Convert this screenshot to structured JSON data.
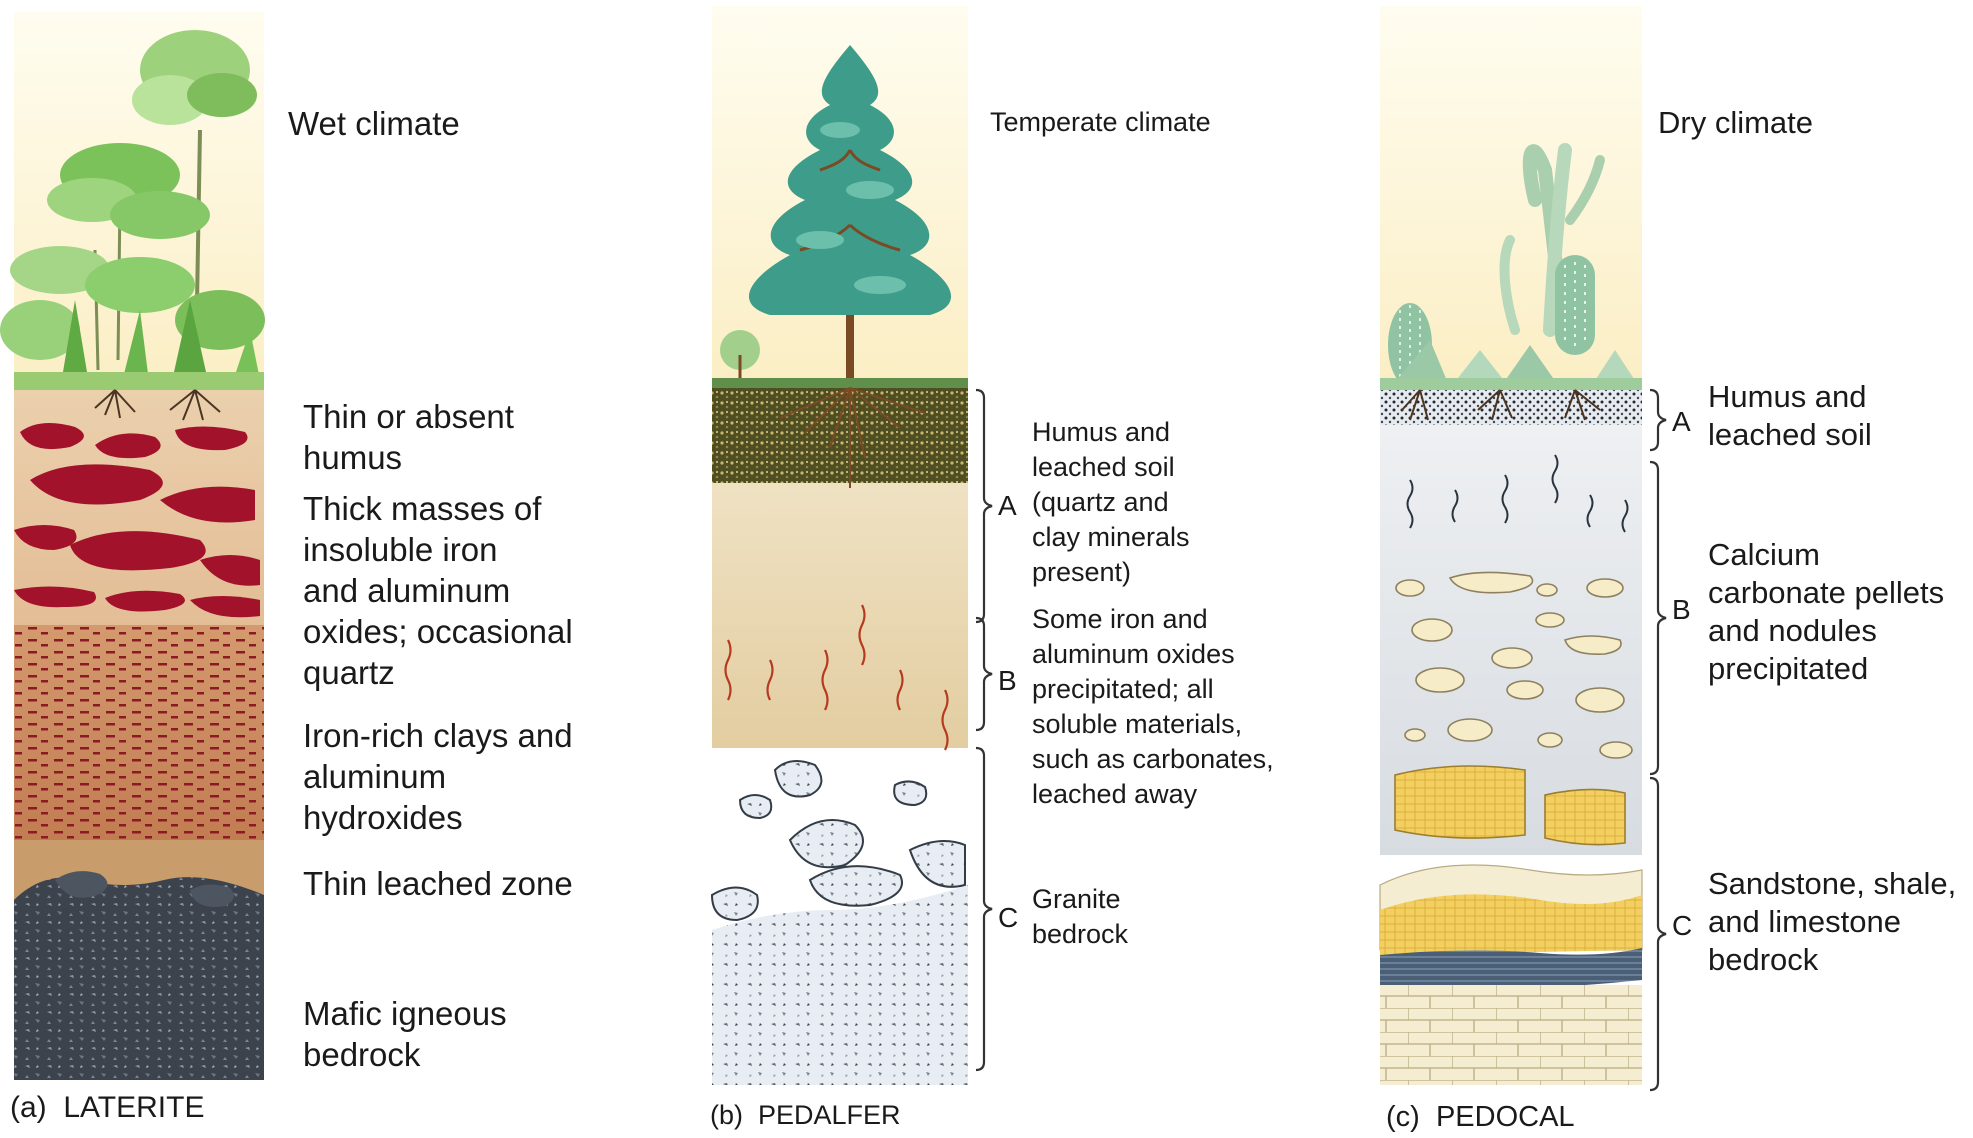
{
  "panels": [
    {
      "caption_letter": "(a)",
      "caption_name": "LATERITE",
      "climate": "Wet climate",
      "horizons": [
        {
          "lines": [
            "Thin or absent",
            "humus"
          ]
        },
        {
          "lines": [
            "Thick masses of",
            "insoluble iron",
            "and aluminum",
            "oxides; occasional",
            "quartz"
          ]
        },
        {
          "lines": [
            "Iron-rich clays and",
            "aluminum",
            "hydroxides"
          ]
        },
        {
          "lines": [
            "Thin leached zone"
          ]
        },
        {
          "lines": [
            "Mafic igneous",
            "bedrock"
          ]
        }
      ]
    },
    {
      "caption_letter": "(b)",
      "caption_name": "PEDALFER",
      "climate": "Temperate climate",
      "horizons": [
        {
          "letter": "A",
          "lines": [
            "Humus and",
            "leached soil",
            "(quartz and",
            "clay minerals",
            "present)"
          ]
        },
        {
          "letter": "B",
          "lines": [
            "Some iron and",
            "aluminum oxides",
            "precipitated; all",
            "soluble materials,",
            "such as carbonates,",
            "leached away"
          ]
        },
        {
          "letter": "C",
          "lines": [
            "Granite",
            "bedrock"
          ]
        }
      ]
    },
    {
      "caption_letter": "(c)",
      "caption_name": "PEDOCAL",
      "climate": "Dry climate",
      "horizons": [
        {
          "letter": "A",
          "lines": [
            "Humus and",
            "leached soil"
          ]
        },
        {
          "letter": "B",
          "lines": [
            "Calcium",
            "carbonate pellets",
            "and nodules",
            "precipitated"
          ]
        },
        {
          "letter": "C",
          "lines": [
            "Sandstone, shale,",
            "and limestone",
            "bedrock"
          ]
        }
      ]
    }
  ],
  "colors": {
    "sky": "#fdf6d8",
    "laterite_soil": "#e7c7a3",
    "laterite_iron": "#a3122b",
    "laterite_clay": "#b8663f",
    "laterite_leached": "#c89a6a",
    "mafic": "#424a55",
    "pedalfer_humus": "#5b5a2a",
    "pedalfer_a": "#e9d9b6",
    "pedalfer_b": "#e6d1a6",
    "granite": "#e2e8ef",
    "pedocal_soil": "#dfe3e7",
    "caliche": "#f7ecc8",
    "sandstone": "#f2cf5e",
    "shale": "#3f536a",
    "limestone": "#f4edd2",
    "bracket": "#333333"
  }
}
